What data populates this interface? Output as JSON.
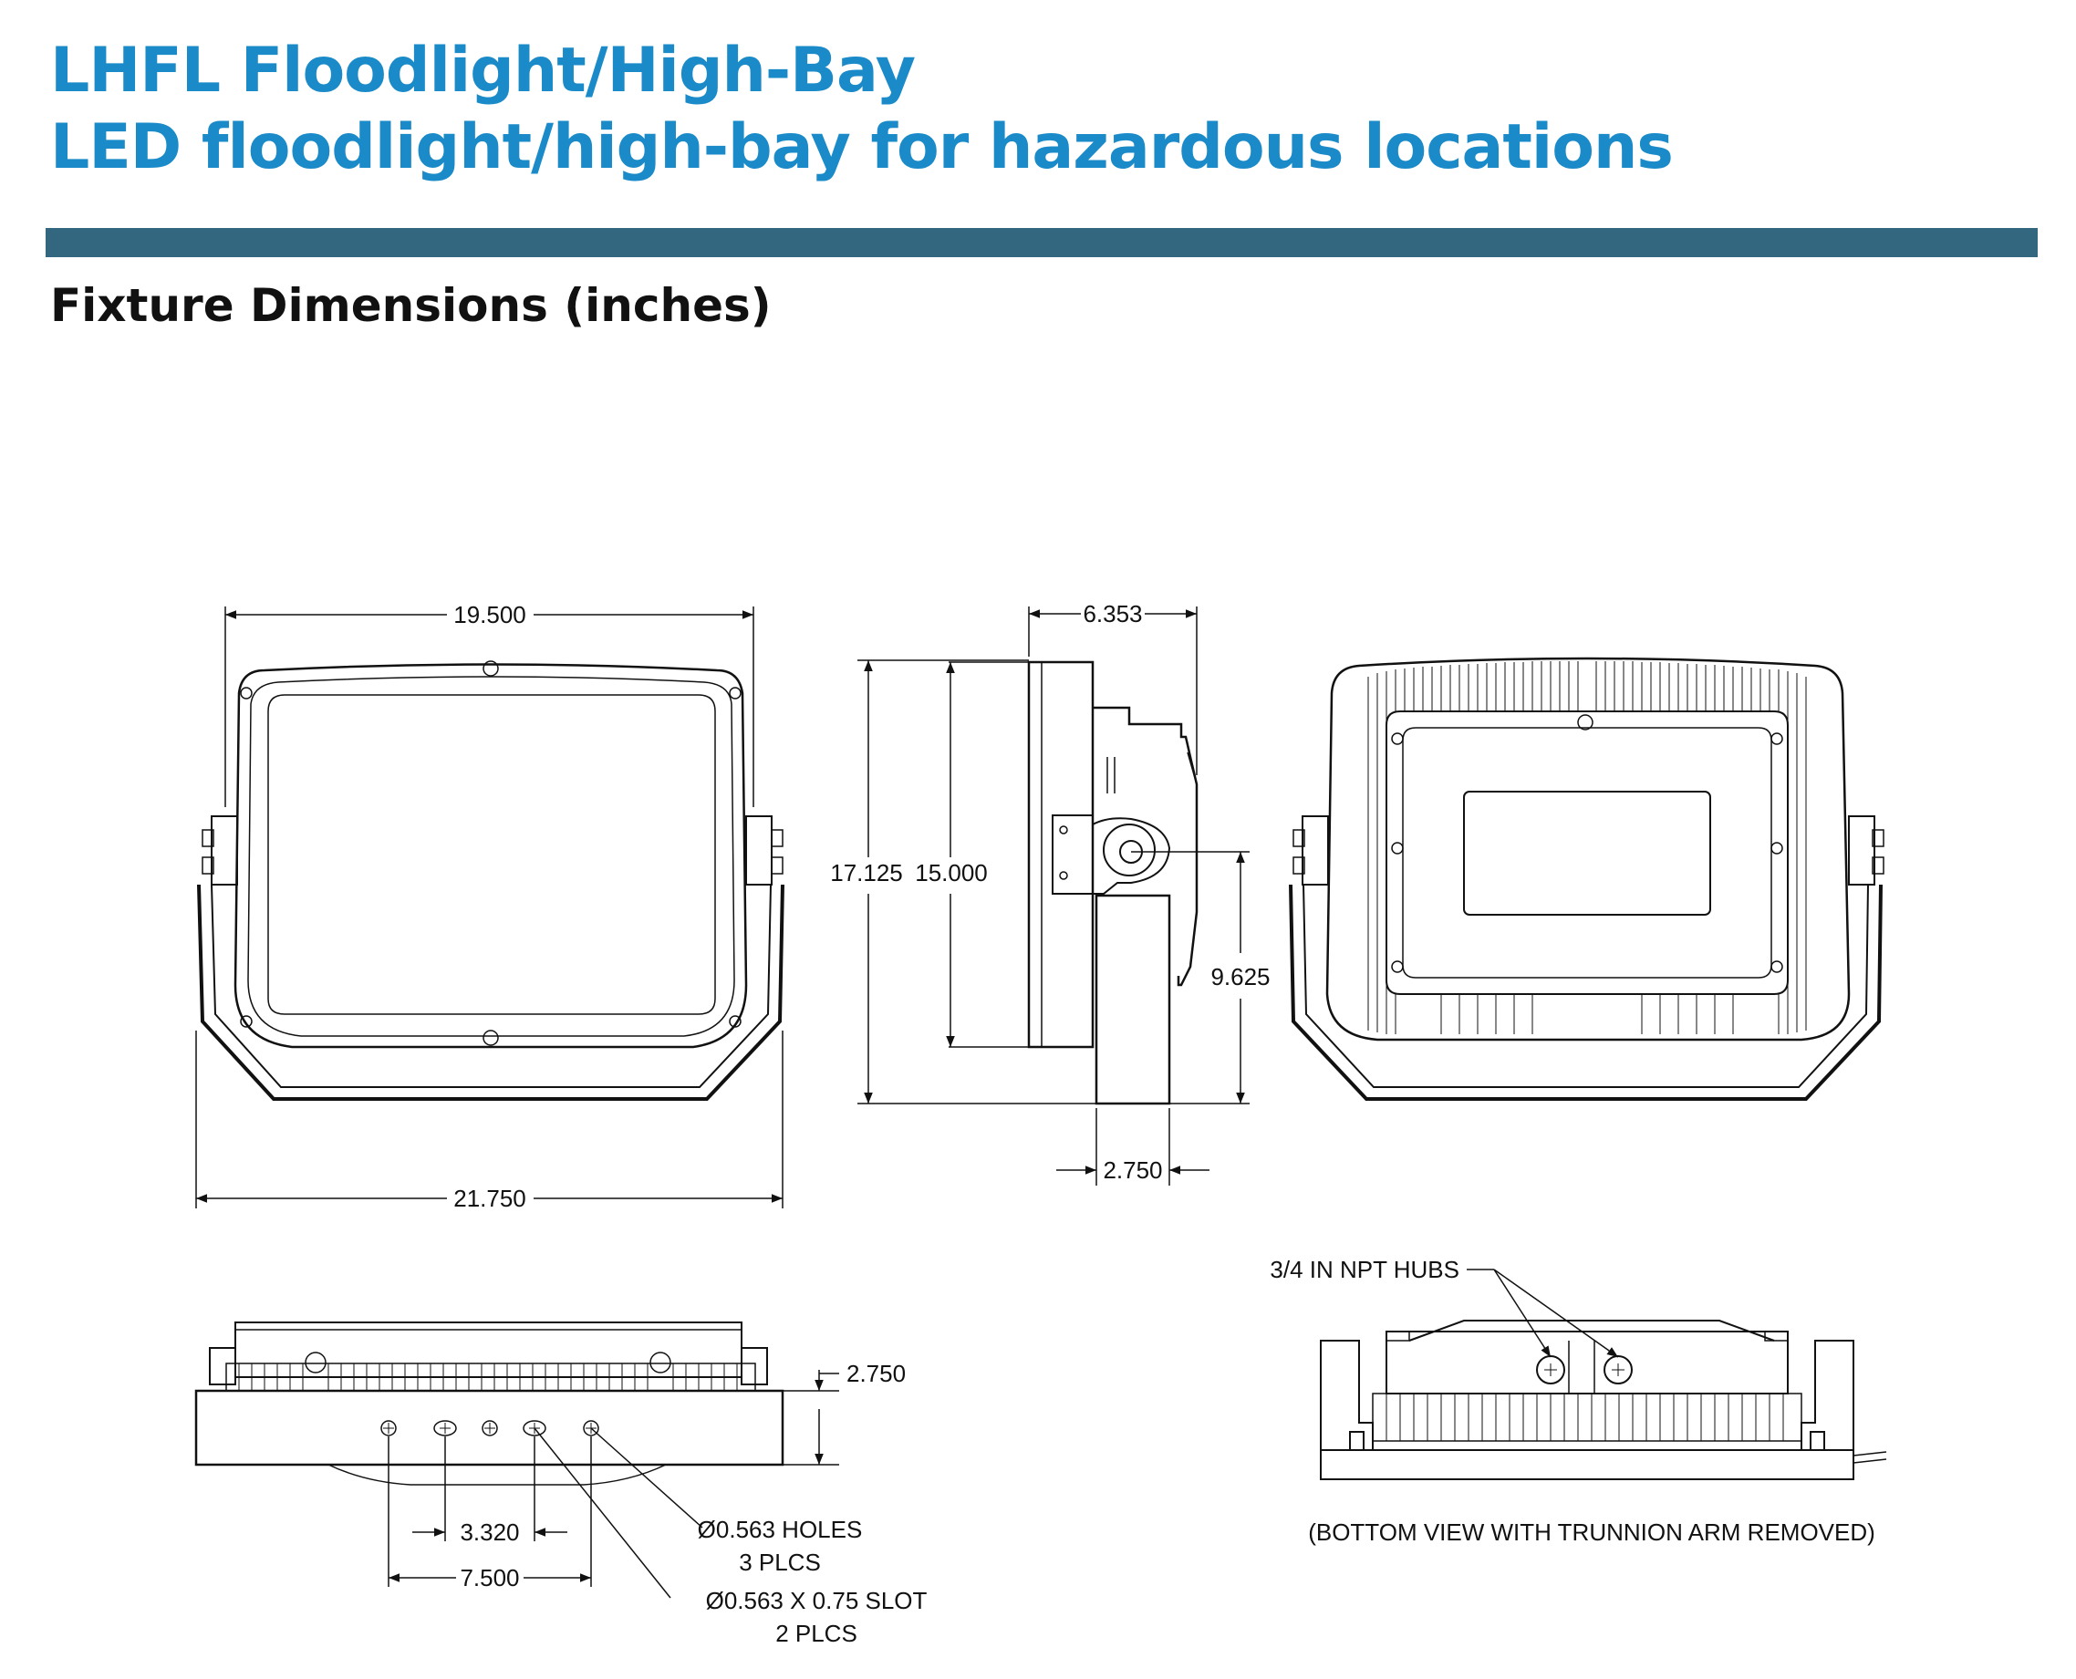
{
  "header": {
    "title": "LHFL Floodlight/High-Bay",
    "subtitle": "LED floodlight/high-bay for hazardous locations"
  },
  "section": {
    "title": "Fixture Dimensions (inches)"
  },
  "colors": {
    "accent": "#1a8ac8",
    "bar": "#33677f",
    "line": "#111111"
  },
  "dimensions": {
    "front_width": "19.500",
    "front_overall_width": "21.750",
    "side_depth": "6.353",
    "side_overall_height": "17.125",
    "side_housing_height": "15.000",
    "side_mount_height": "9.625",
    "side_base_width": "2.750",
    "bottom_height": "2.750",
    "bottom_hole_spacing": "3.320",
    "bottom_slot_spacing": "7.500"
  },
  "notes": {
    "holes_line1": "Ø0.563 HOLES",
    "holes_line2": "3 PLCS",
    "slot_line1": "Ø0.563 X 0.75 SLOT",
    "slot_line2": "2 PLCS",
    "hubs": "3/4 IN NPT HUBS",
    "bottom_view_caption": "(BOTTOM VIEW WITH TRUNNION ARM REMOVED)"
  }
}
